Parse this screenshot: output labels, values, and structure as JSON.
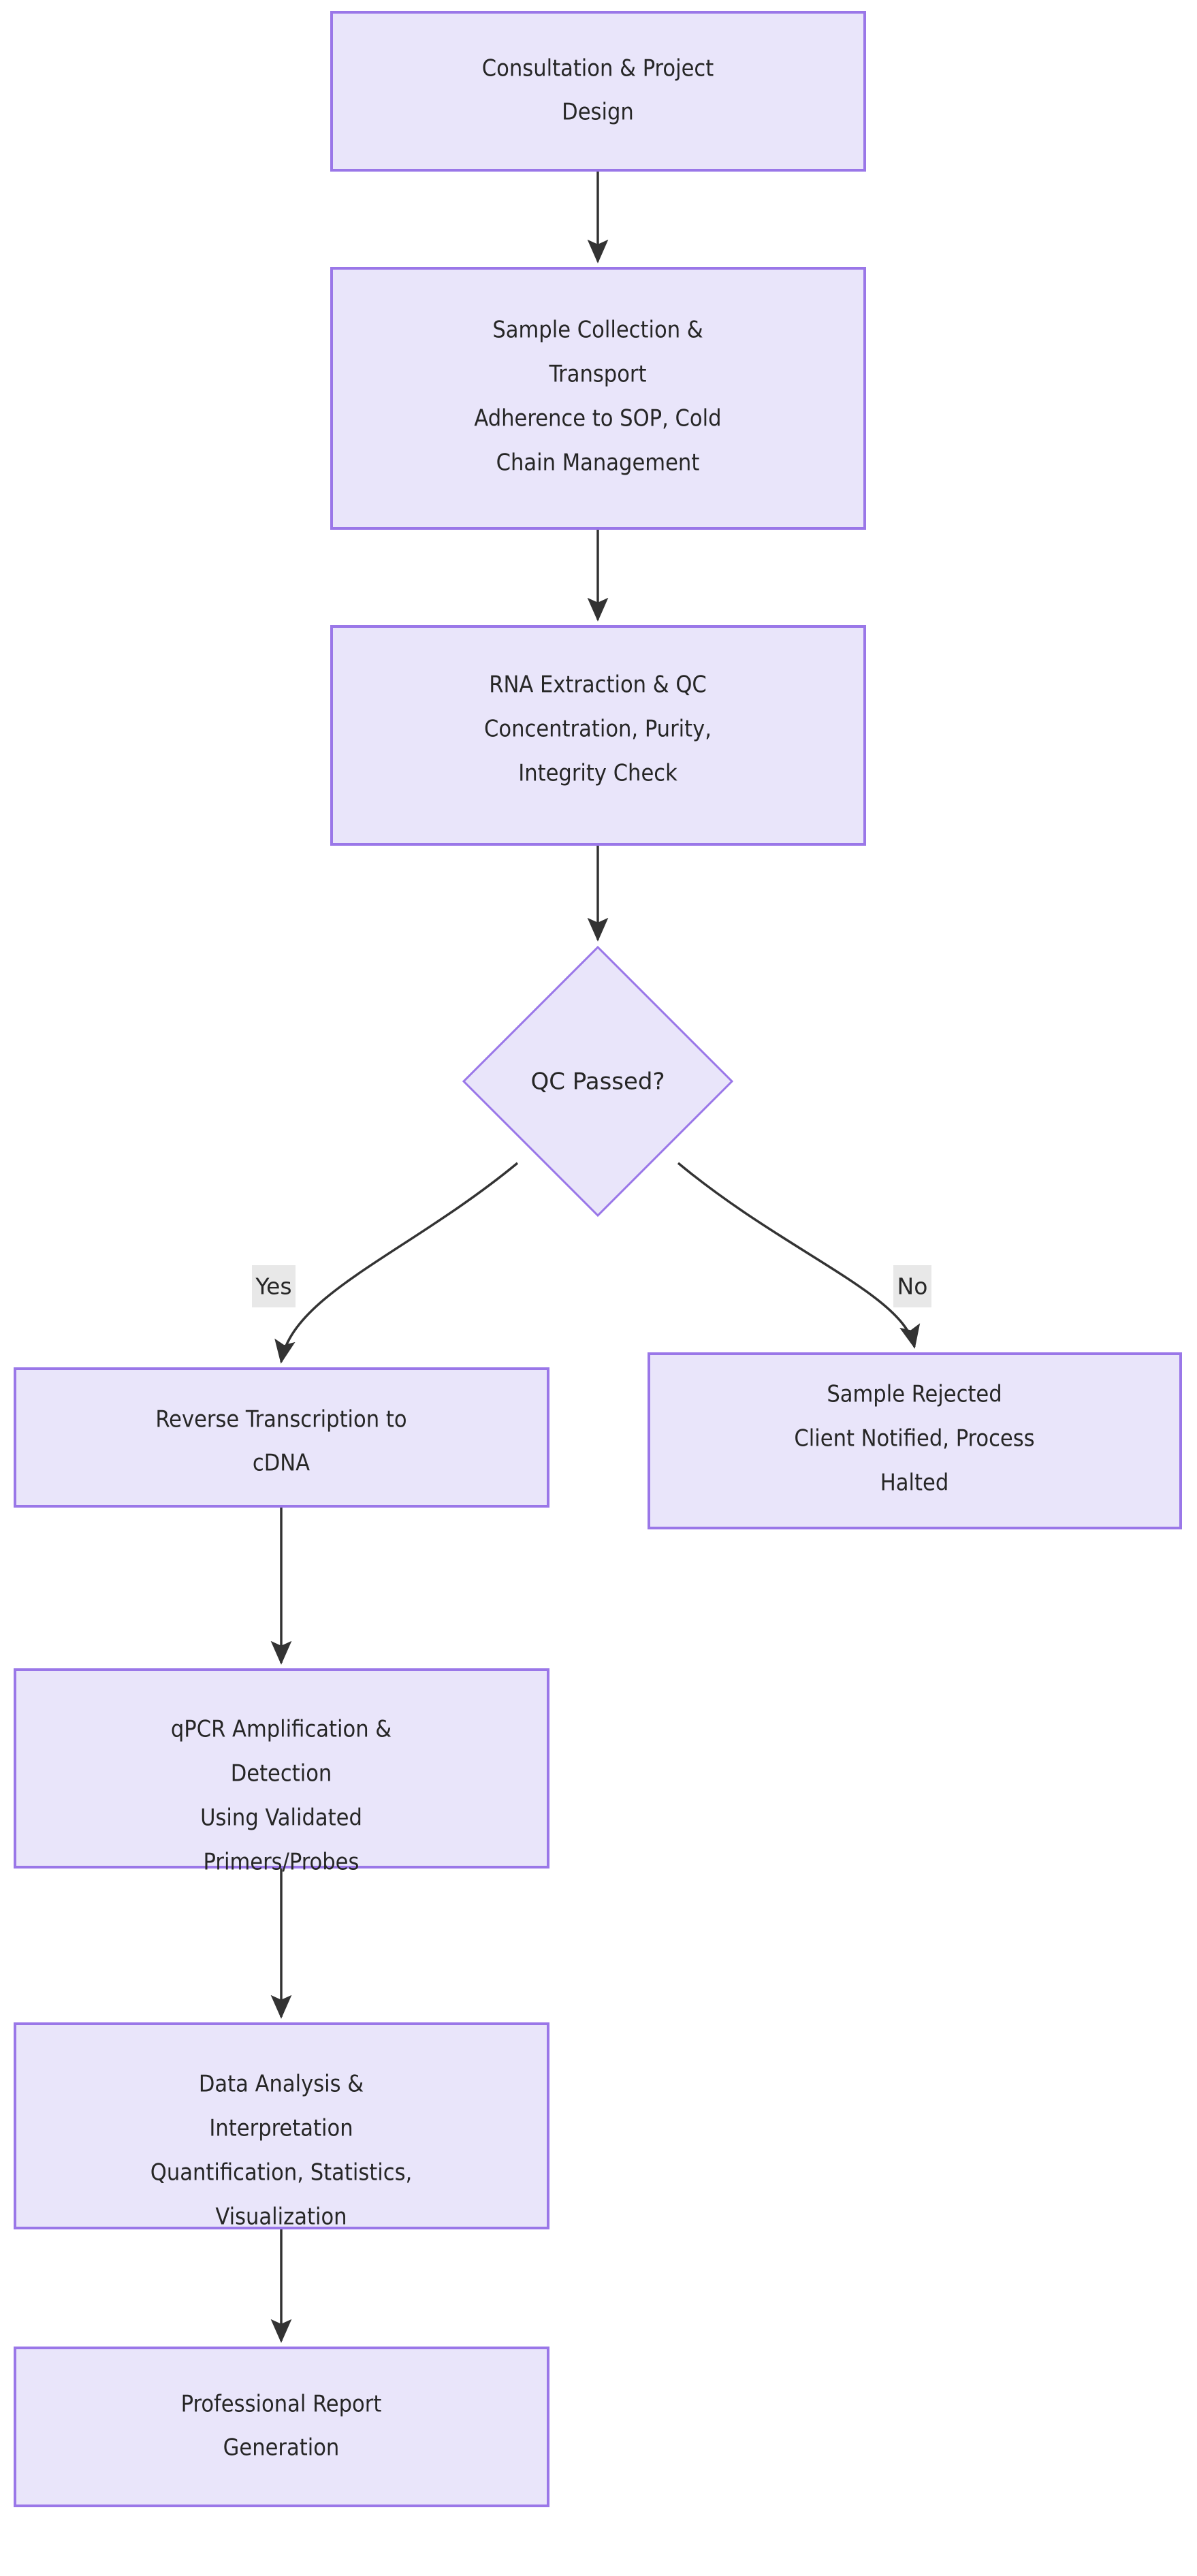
{
  "diagram": {
    "type": "flowchart",
    "orientation": "top-to-bottom",
    "theme": {
      "node_fill": "#e9e5fa",
      "node_border": "#9a77e8",
      "edge_color": "#333333",
      "text_color": "#262626",
      "label_background": "#e8e8e8",
      "canvas_background": "#ffffff"
    },
    "nodes": [
      {
        "id": "consultation",
        "shape": "rect",
        "lines": [
          "Consultation & Project",
          "Design"
        ]
      },
      {
        "id": "sample-collection",
        "shape": "rect",
        "lines": [
          "Sample Collection &",
          "Transport",
          "Adherence to SOP, Cold",
          "Chain Management"
        ]
      },
      {
        "id": "rna-extraction",
        "shape": "rect",
        "lines": [
          "RNA Extraction & QC",
          "Concentration, Purity,",
          "Integrity Check"
        ]
      },
      {
        "id": "qc-decision",
        "shape": "diamond",
        "lines": [
          "QC Passed?"
        ]
      },
      {
        "id": "reverse-transcription",
        "shape": "rect",
        "lines": [
          "Reverse Transcription to",
          "cDNA"
        ]
      },
      {
        "id": "sample-rejected",
        "shape": "rect",
        "lines": [
          "Sample Rejected",
          "Client Notified, Process",
          "Halted"
        ]
      },
      {
        "id": "qpcr",
        "shape": "rect",
        "lines": [
          "qPCR Amplification &",
          "Detection",
          "Using Validated",
          "Primers/Probes"
        ]
      },
      {
        "id": "data-analysis",
        "shape": "rect",
        "lines": [
          "Data Analysis &",
          "Interpretation",
          "Quantification, Statistics,",
          "Visualization"
        ]
      },
      {
        "id": "report",
        "shape": "rect",
        "lines": [
          "Professional Report",
          "Generation"
        ]
      }
    ],
    "edges": [
      {
        "from": "consultation",
        "to": "sample-collection",
        "label": ""
      },
      {
        "from": "sample-collection",
        "to": "rna-extraction",
        "label": ""
      },
      {
        "from": "rna-extraction",
        "to": "qc-decision",
        "label": ""
      },
      {
        "from": "qc-decision",
        "to": "reverse-transcription",
        "label": "Yes"
      },
      {
        "from": "qc-decision",
        "to": "sample-rejected",
        "label": "No"
      },
      {
        "from": "reverse-transcription",
        "to": "qpcr",
        "label": ""
      },
      {
        "from": "qpcr",
        "to": "data-analysis",
        "label": ""
      },
      {
        "from": "data-analysis",
        "to": "report",
        "label": ""
      }
    ],
    "labels": {
      "yes": "Yes",
      "no": "No"
    }
  }
}
